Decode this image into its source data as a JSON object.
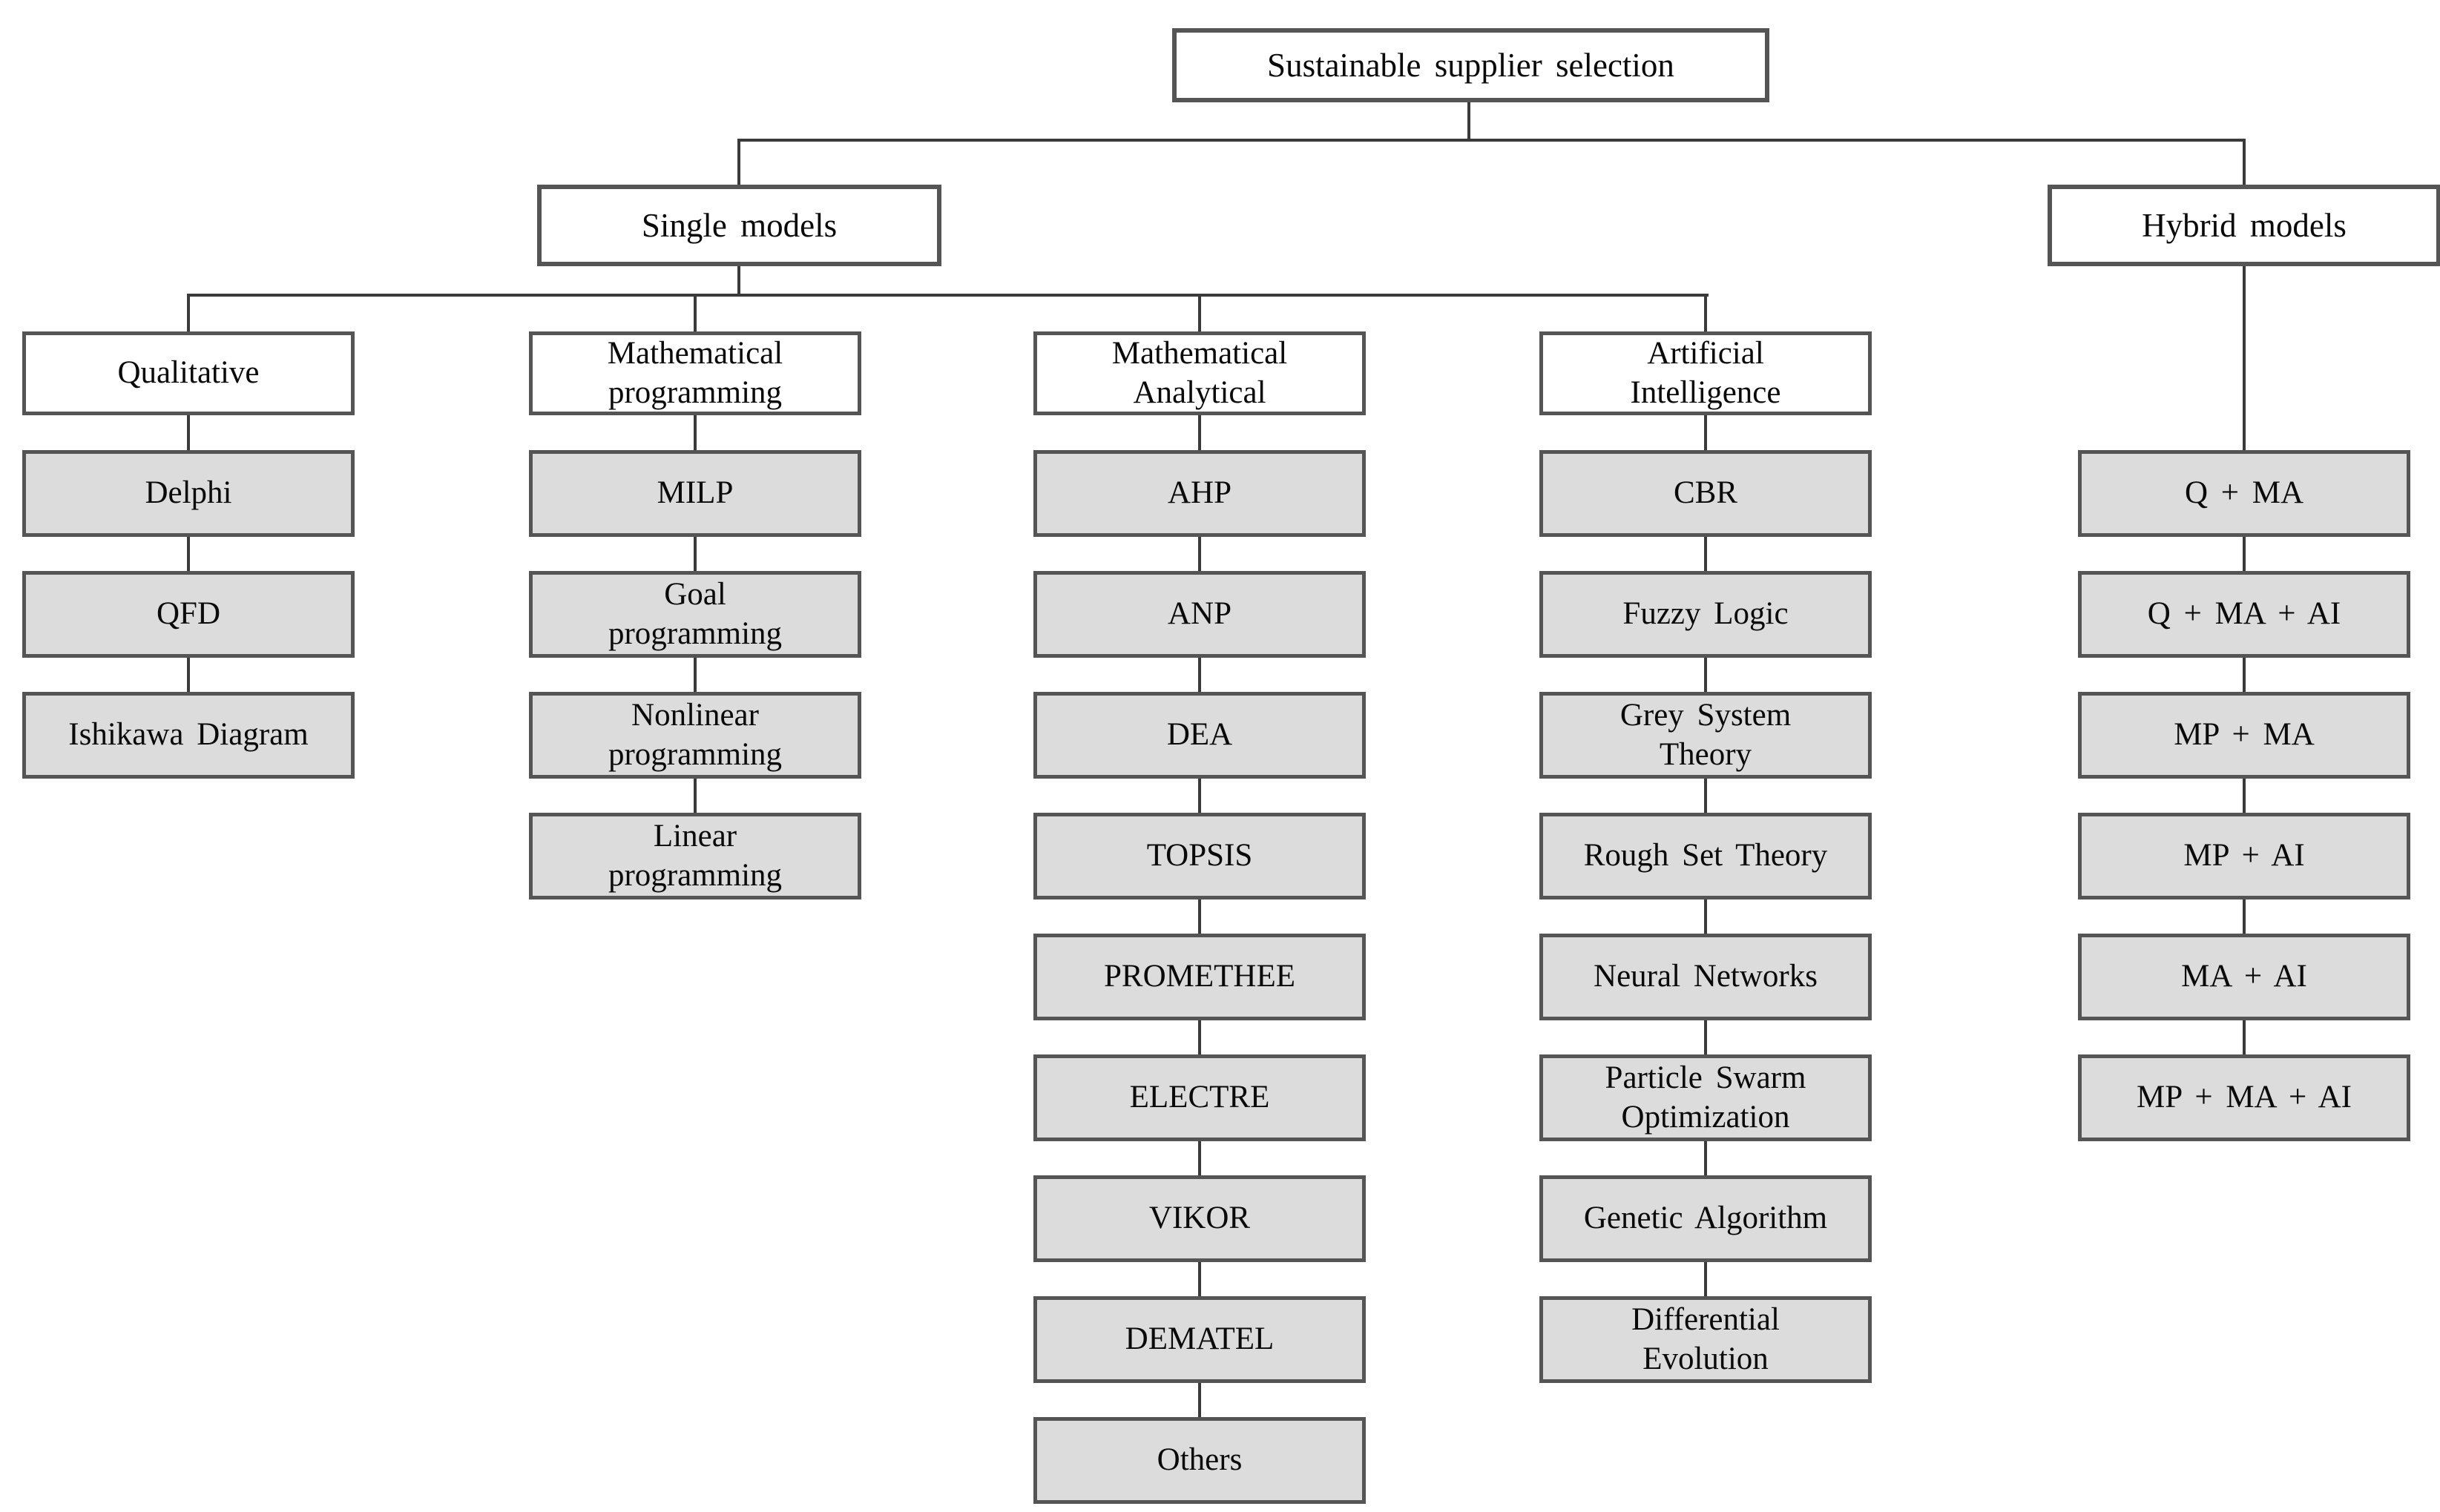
{
  "title": "Sustainable supplier selection",
  "single": {
    "label": "Single models",
    "qualitative": {
      "label": "Qualitative",
      "items": [
        "Delphi",
        "QFD",
        "Ishikawa Diagram"
      ]
    },
    "math_programming": {
      "label": "Mathematical\nprogramming",
      "items": [
        "MILP",
        "Goal\nprogramming",
        "Nonlinear\nprogramming",
        "Linear\nprogramming"
      ]
    },
    "math_analytical": {
      "label": "Mathematical\nAnalytical",
      "items": [
        "AHP",
        "ANP",
        "DEA",
        "TOPSIS",
        "PROMETHEE",
        "ELECTRE",
        "VIKOR",
        "DEMATEL",
        "Others"
      ]
    },
    "artificial_intelligence": {
      "label": "Artificial\nIntelligence",
      "items": [
        "CBR",
        "Fuzzy Logic",
        "Grey System\nTheory",
        "Rough Set Theory",
        "Neural Networks",
        "Particle Swarm\nOptimization",
        "Genetic Algorithm",
        "Differential\nEvolution"
      ]
    }
  },
  "hybrid": {
    "label": "Hybrid models",
    "items": [
      "Q + MA",
      "Q + MA + AI",
      "MP + MA",
      "MP + AI",
      "MA + AI",
      "MP + MA + AI"
    ]
  },
  "colors": {
    "background": "#ffffff",
    "box_border": "#555555",
    "category_fill": "#ffffff",
    "item_fill": "#dcdcdc",
    "connector": "#3a3a3a",
    "text": "#0a0a0a"
  }
}
